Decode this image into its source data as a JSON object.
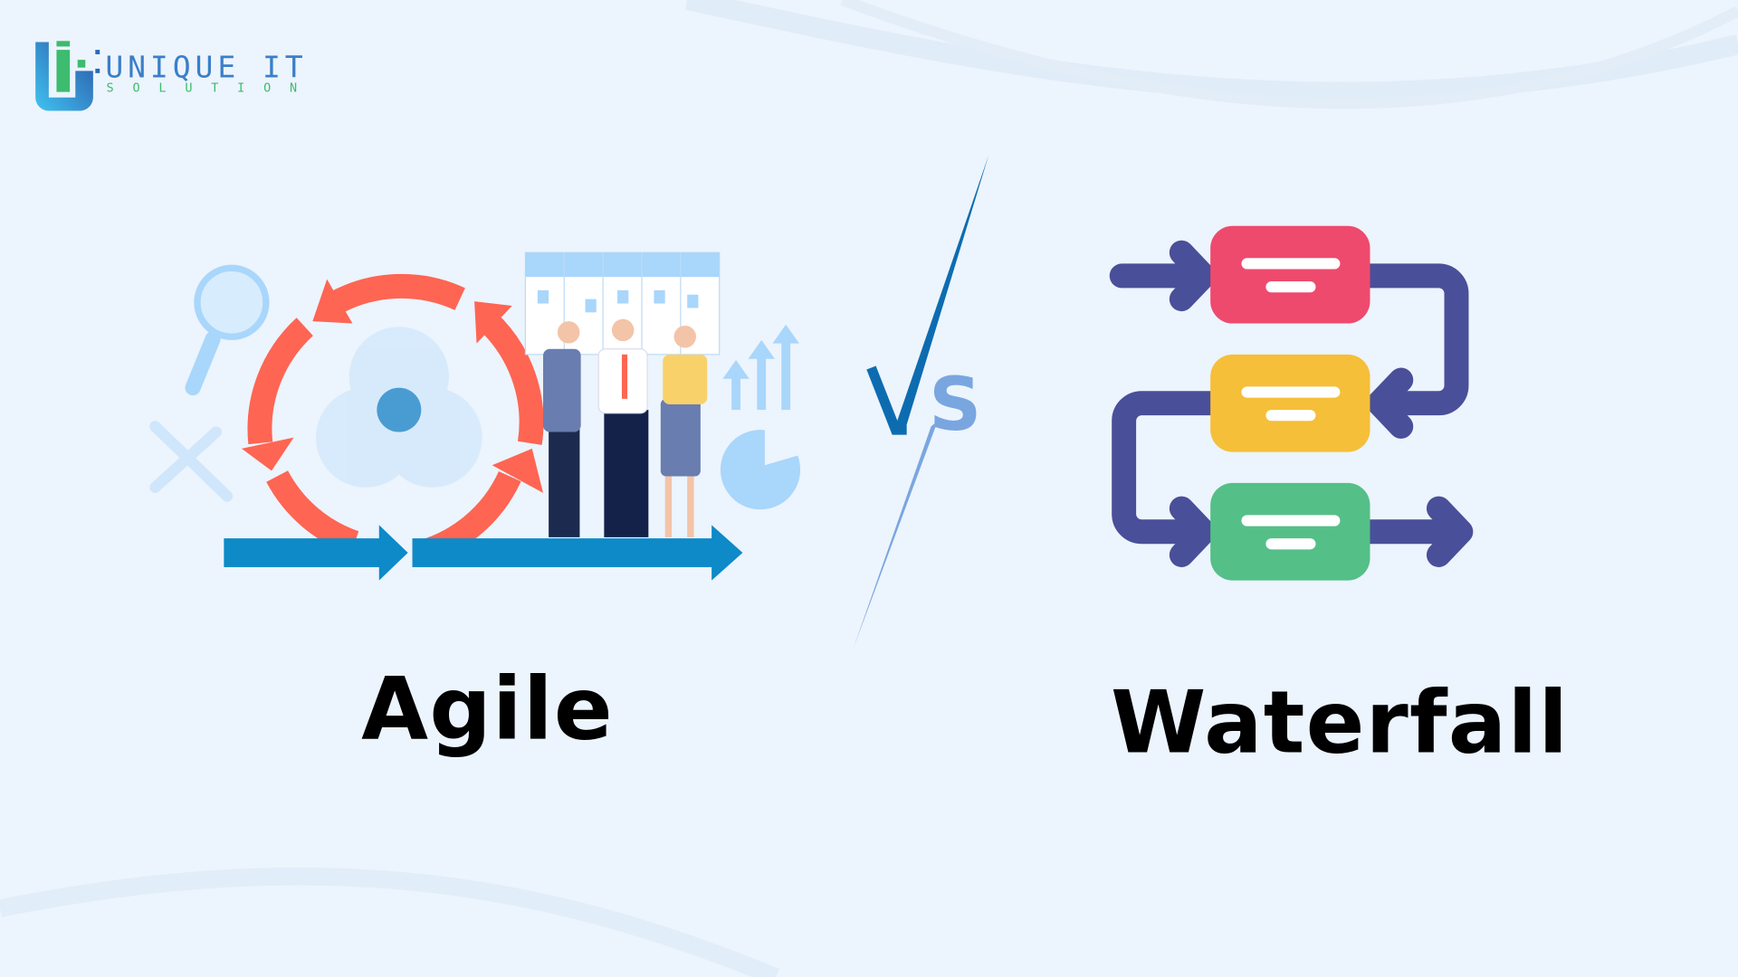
{
  "logo": {
    "name": "UNIQUE IT",
    "tagline": "SOLUTION"
  },
  "left": {
    "title": "Agile"
  },
  "vs": "VS",
  "right": {
    "title": "Waterfall"
  },
  "colors": {
    "background": "#ecf4fd",
    "agile_arrow": "#fe6553",
    "agile_base": "#0d8ac7",
    "waterfall_red": "#ee4a6e",
    "waterfall_yellow": "#f5bf39",
    "waterfall_green": "#55bf88",
    "waterfall_connector": "#4a4f99"
  }
}
